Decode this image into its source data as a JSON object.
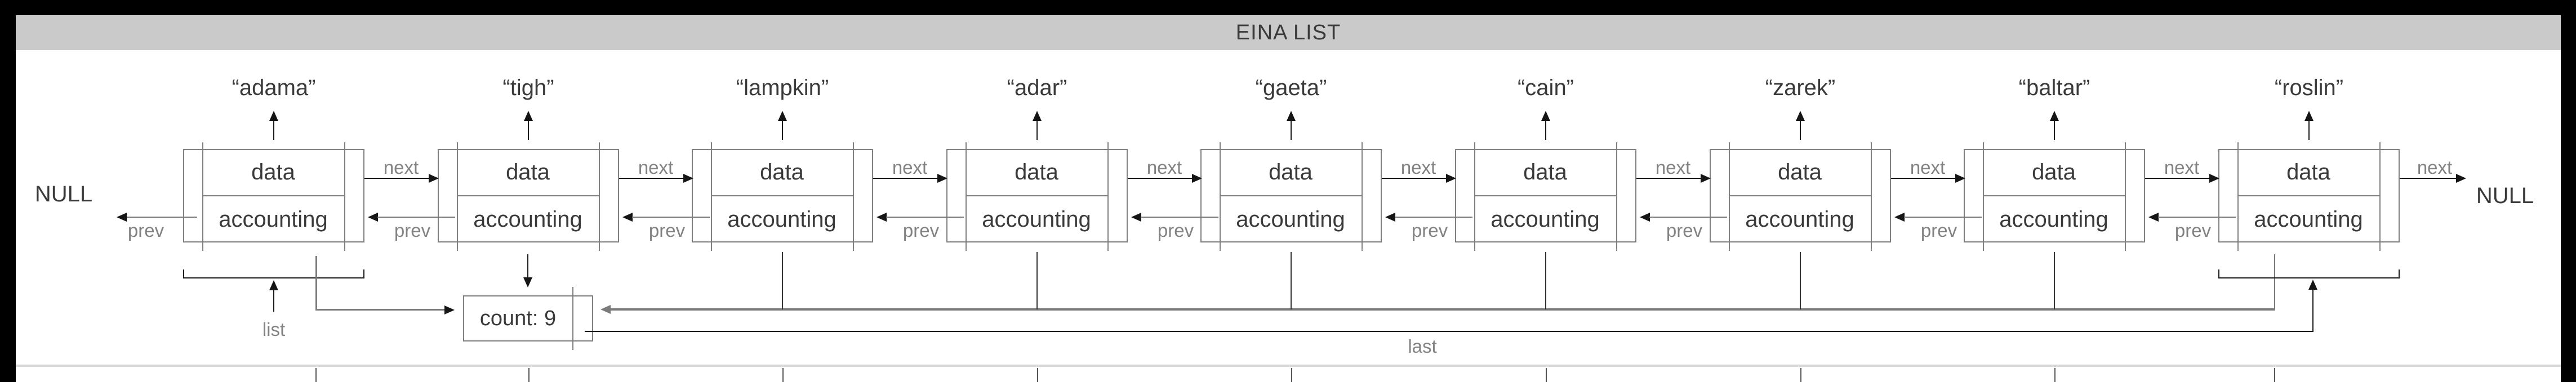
{
  "title": "EINA LIST",
  "terminators": {
    "left": "NULL",
    "right": "NULL"
  },
  "node_fields": {
    "top": "data",
    "bottom": "accounting"
  },
  "edge_labels": {
    "next": "next",
    "prev": "prev"
  },
  "pointers": {
    "list": "list",
    "last": "last"
  },
  "accounting_box": {
    "count": "count: 9"
  },
  "nodes": [
    {
      "label": "“adama”"
    },
    {
      "label": "“tigh”"
    },
    {
      "label": "“lampkin”"
    },
    {
      "label": "“adar”"
    },
    {
      "label": "“gaeta”"
    },
    {
      "label": "“cain”"
    },
    {
      "label": "“zarek”"
    },
    {
      "label": "“baltar”"
    },
    {
      "label": "“roslin”"
    }
  ],
  "colors": {
    "frame": "#000000",
    "titlebar_bg": "#cacaca",
    "title_text": "#3a3a3a",
    "canvas_bg": "#ffffff",
    "box_border": "#7f7f7f",
    "text_dark": "#3a3a3a",
    "label_gray": "#828282",
    "edge_black": "#1a1a1a",
    "edge_gray": "#7a7a7a",
    "divider_gray": "#d8d8d8"
  }
}
